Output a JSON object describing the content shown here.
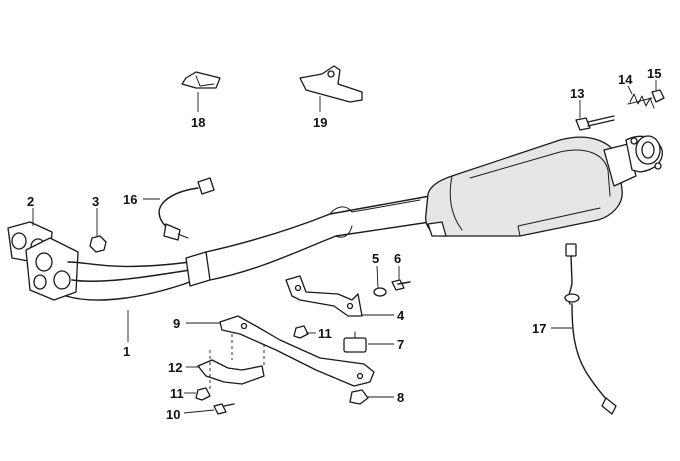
{
  "callouts": [
    {
      "id": "c1",
      "label": "1"
    },
    {
      "id": "c2",
      "label": "2"
    },
    {
      "id": "c3",
      "label": "3"
    },
    {
      "id": "c4",
      "label": "4"
    },
    {
      "id": "c5",
      "label": "5"
    },
    {
      "id": "c6",
      "label": "6"
    },
    {
      "id": "c7",
      "label": "7"
    },
    {
      "id": "c8",
      "label": "8"
    },
    {
      "id": "c9",
      "label": "9"
    },
    {
      "id": "c10",
      "label": "10"
    },
    {
      "id": "c11a",
      "label": "11"
    },
    {
      "id": "c11b",
      "label": "11"
    },
    {
      "id": "c12",
      "label": "12"
    },
    {
      "id": "c13",
      "label": "13"
    },
    {
      "id": "c14",
      "label": "14"
    },
    {
      "id": "c15",
      "label": "15"
    },
    {
      "id": "c16",
      "label": "16"
    },
    {
      "id": "c17",
      "label": "17"
    },
    {
      "id": "c18",
      "label": "18"
    },
    {
      "id": "c19",
      "label": "19"
    }
  ]
}
